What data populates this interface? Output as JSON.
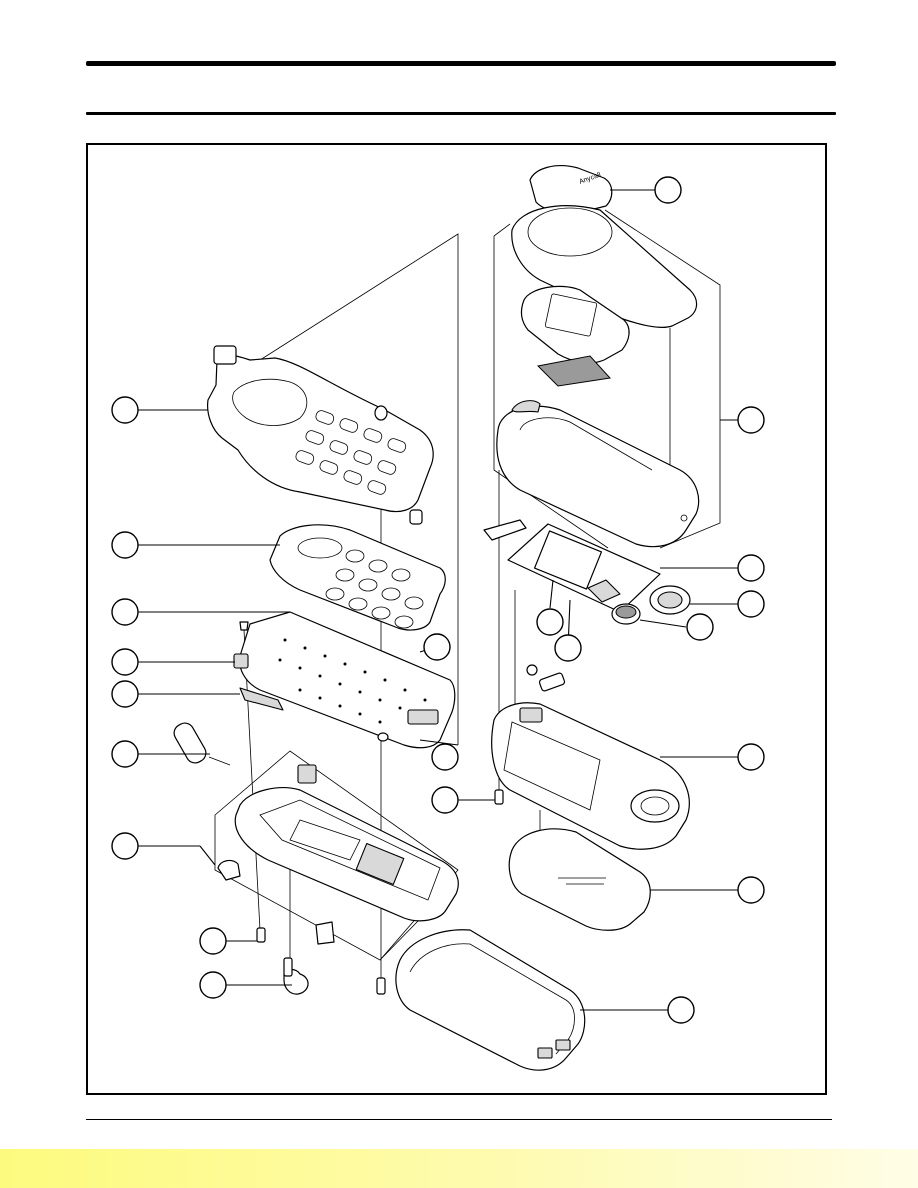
{
  "page": {
    "colors": {
      "line": "#000000",
      "paper": "#ffffff",
      "part_shade": "#d9d9d9",
      "footer_band_start": "#fdfb7e",
      "footer_band_end": "#fffde6"
    }
  },
  "figure": {
    "type": "exploded-assembly-drawing",
    "callouts_count": 22,
    "callout_labels": [
      "",
      "",
      "",
      "",
      "",
      "",
      "",
      "",
      "",
      "",
      "",
      "",
      "",
      "",
      "",
      "",
      "",
      "",
      "",
      "",
      "",
      ""
    ],
    "printed_marks": [
      "Anycall"
    ]
  }
}
